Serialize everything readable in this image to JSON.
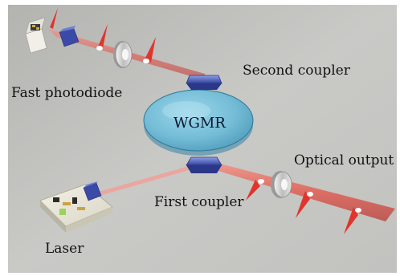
{
  "labels": {
    "fast_photodiode": "Fast photodiode",
    "second_coupler": "Second coupler",
    "wgmr": "WGMR",
    "optical_output": "Optical output",
    "first_coupler": "First coupler",
    "laser": "Laser"
  },
  "colors": {
    "background": "#c4c4c1",
    "resonator": "#7fc3dc",
    "beam": "#e85a4f",
    "coupler": "#4a5cb8",
    "lens": "#dcdcdc"
  }
}
